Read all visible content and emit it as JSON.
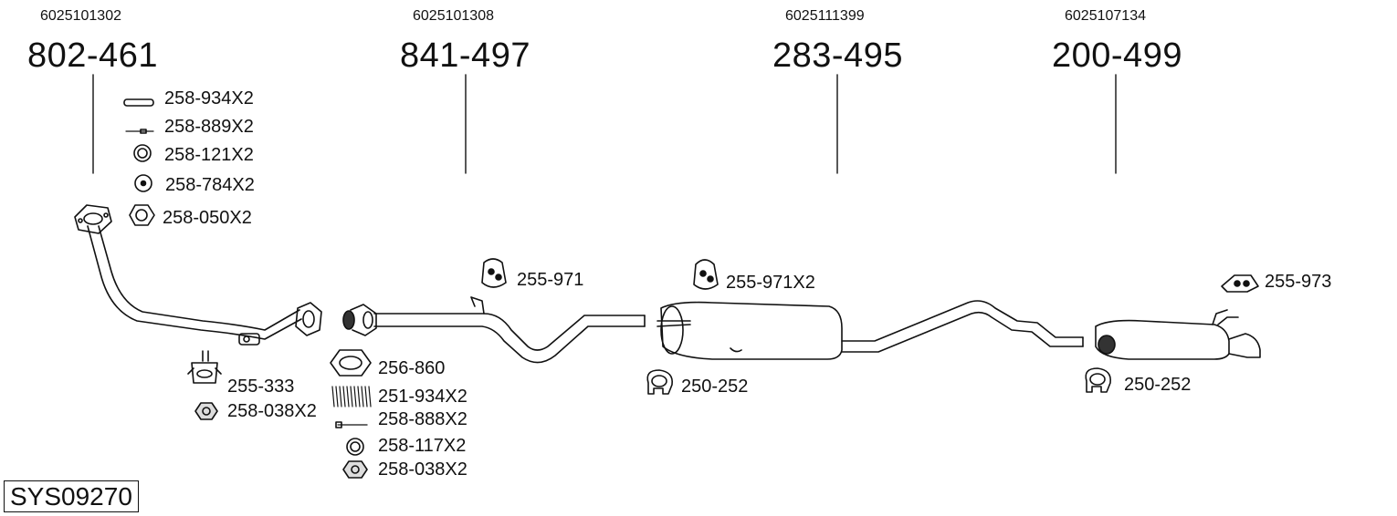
{
  "system_code": "SYS09270",
  "sections": [
    {
      "oe_number": "6025101302",
      "part_number": "802-461"
    },
    {
      "oe_number": "6025101308",
      "part_number": "841-497"
    },
    {
      "oe_number": "6025111399",
      "part_number": "283-495"
    },
    {
      "oe_number": "6025107134",
      "part_number": "200-499"
    }
  ],
  "accessories": [
    {
      "id": "258-934X2",
      "icon": "bolt-icon"
    },
    {
      "id": "258-889X2",
      "icon": "stud-icon"
    },
    {
      "id": "258-121X2",
      "icon": "washer-icon"
    },
    {
      "id": "258-784X2",
      "icon": "spring-washer-icon"
    },
    {
      "id": "258-050X2",
      "icon": "hex-nut-icon"
    },
    {
      "id": "255-971",
      "icon": "rubber-hanger-icon"
    },
    {
      "id": "255-971X2",
      "icon": "rubber-hanger-icon"
    },
    {
      "id": "255-973",
      "icon": "mounting-strap-icon"
    },
    {
      "id": "255-333",
      "icon": "rubber-mount-icon"
    },
    {
      "id": "258-038X2",
      "icon": "flange-nut-icon"
    },
    {
      "id": "256-860",
      "icon": "gasket-ring-icon"
    },
    {
      "id": "251-934X2",
      "icon": "spring-icon"
    },
    {
      "id": "258-888X2",
      "icon": "bolt-icon"
    },
    {
      "id": "258-117X2",
      "icon": "washer-icon"
    },
    {
      "id": "258-038X2",
      "icon": "flange-nut-icon"
    },
    {
      "id": "250-252",
      "icon": "clamp-icon"
    },
    {
      "id": "250-252",
      "icon": "clamp-icon"
    }
  ]
}
